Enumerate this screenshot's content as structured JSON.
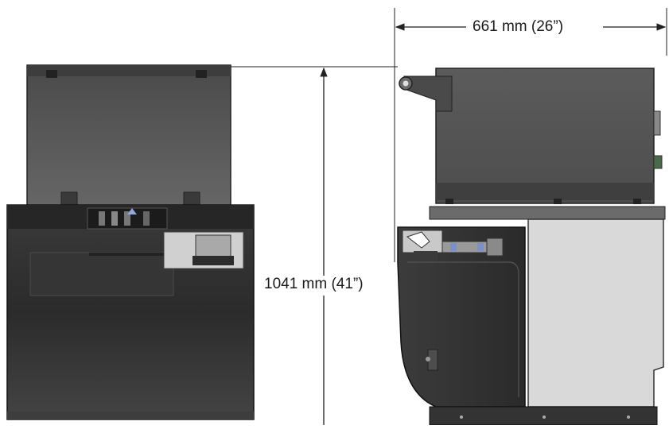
{
  "dimensions": {
    "width_label": "661 mm (26”)",
    "height_label": "1041 mm (41”)"
  },
  "views": {
    "front": "front-view-machine",
    "side": "side-view-machine"
  },
  "colors": {
    "dim_line": "#222222",
    "body_dark": "#2e2e2e",
    "body_mid": "#555555",
    "panel_light": "#d9d9d9",
    "lid_gray": "#595959"
  }
}
